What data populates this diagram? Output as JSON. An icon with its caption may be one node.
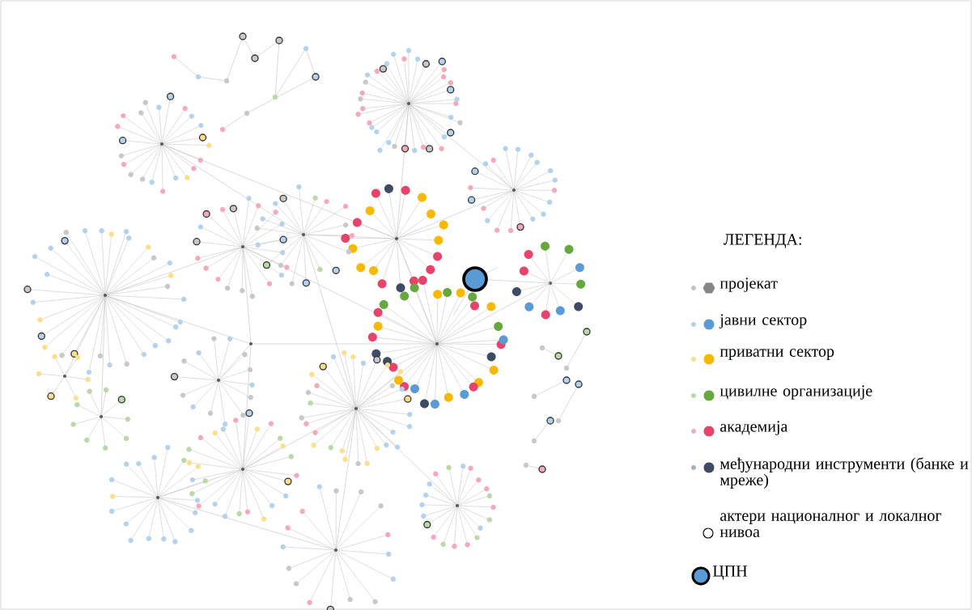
{
  "diagram": {
    "labels": [
      "ЛЕГЕНДА:"
    ],
    "legend": [
      {
        "text": "пројекат",
        "color": "#858585"
      },
      {
        "text": "јавни сектор",
        "color": "#5b9bd5"
      },
      {
        "text": "приватни сектор",
        "color": "#f7b900"
      },
      {
        "text": "цивилне организације",
        "color": "#66a83e"
      },
      {
        "text": "академија",
        "color": "#e8436a"
      },
      {
        "text": "међународни инструменти (банке и мреже)",
        "color": "#3d4b66"
      },
      {
        "text": "актери националног и локалног нивоа"
      },
      {
        "text": "ЦПН",
        "color": "#5b9bd5"
      }
    ]
  }
}
